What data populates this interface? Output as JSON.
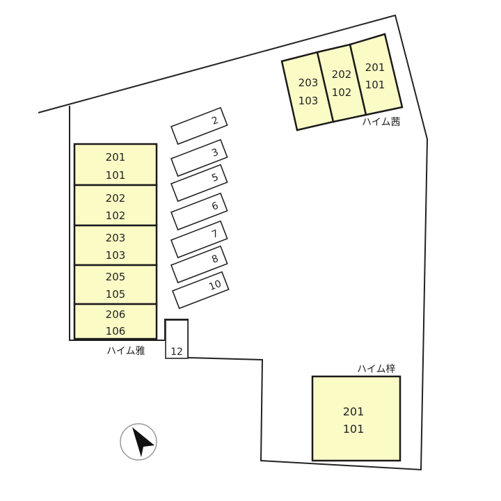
{
  "colors": {
    "building_fill": "#fbfbc6",
    "outline": "#222222",
    "background": "#ffffff"
  },
  "icons": {
    "compass": "north-arrow-icon"
  },
  "buildings": {
    "heim_akane": {
      "label": "ハイム茜",
      "units": [
        {
          "upper": "203",
          "lower": "103"
        },
        {
          "upper": "202",
          "lower": "102"
        },
        {
          "upper": "201",
          "lower": "101"
        }
      ]
    },
    "heim_miyabi": {
      "label": "ハイム雅",
      "units": [
        {
          "upper": "201",
          "lower": "101"
        },
        {
          "upper": "202",
          "lower": "102"
        },
        {
          "upper": "203",
          "lower": "103"
        },
        {
          "upper": "205",
          "lower": "105"
        },
        {
          "upper": "206",
          "lower": "106"
        }
      ]
    },
    "heim_azusa": {
      "label": "ハイム梓",
      "units": [
        {
          "upper": "201",
          "lower": "101"
        }
      ]
    }
  },
  "parking": {
    "slots": [
      "2",
      "3",
      "5",
      "6",
      "7",
      "8",
      "10"
    ],
    "extra_slot": "12"
  }
}
